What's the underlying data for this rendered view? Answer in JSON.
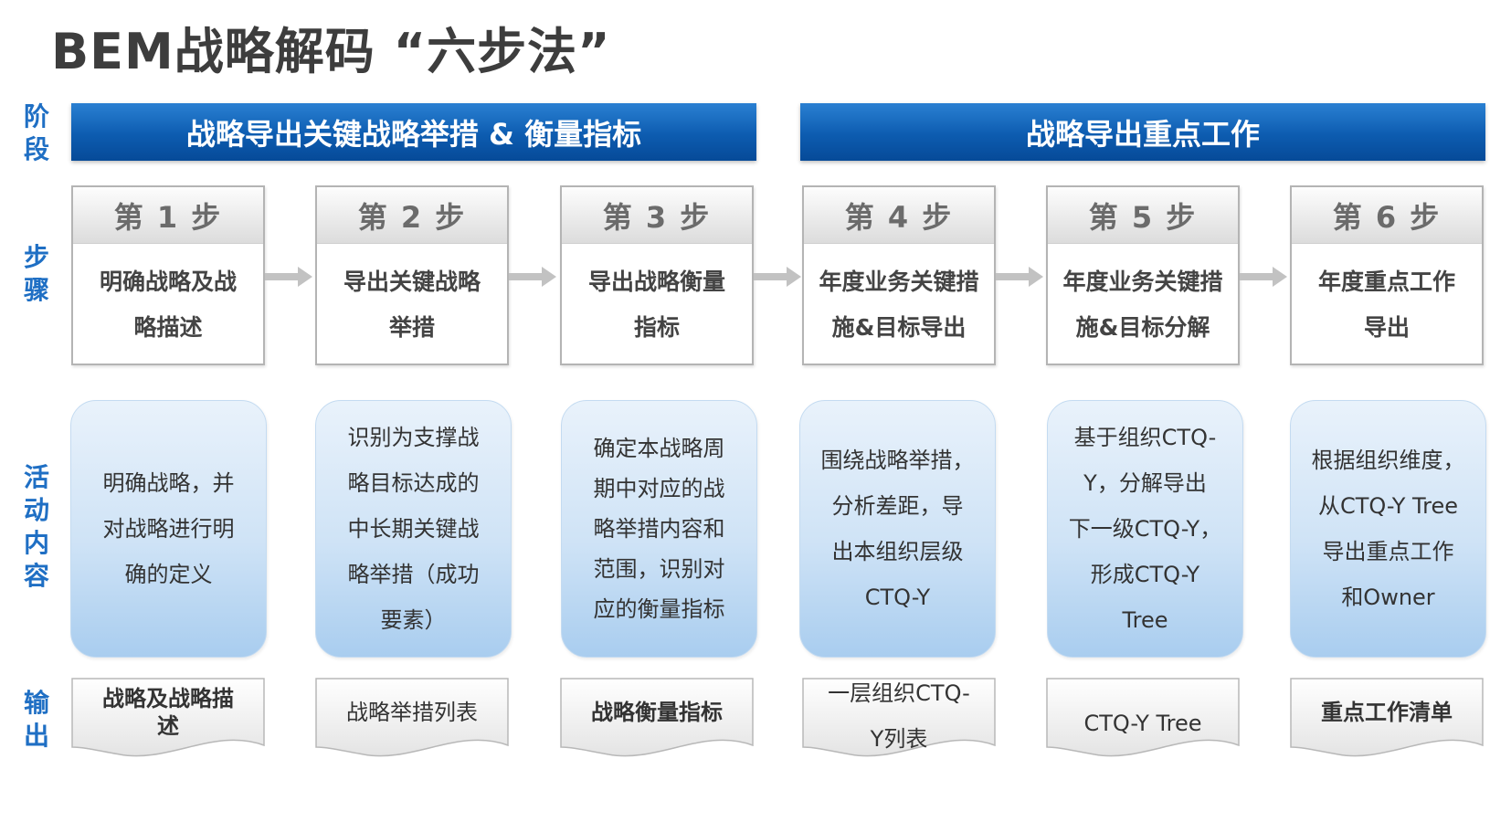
{
  "title": "BEM战略解码 “六步法”",
  "row_labels": {
    "stage": [
      "阶",
      "段"
    ],
    "steps": [
      "步",
      "骤"
    ],
    "activities": [
      "活",
      "动",
      "内",
      "容"
    ],
    "output": [
      "输",
      "出"
    ]
  },
  "stages": [
    {
      "label": "战略导出关键战略举措 & 衡量指标"
    },
    {
      "label": "战略导出重点工作"
    }
  ],
  "steps": [
    {
      "header": "第 1 步",
      "name_lines": [
        "明确战略及战",
        "略描述"
      ],
      "activity_lines": [
        "明确战略，并",
        "对战略进行明",
        "确的定义"
      ],
      "output_lines": [
        "战略及战略描",
        "述"
      ],
      "output_bold": true
    },
    {
      "header": "第 2 步",
      "name_lines": [
        "导出关键战略",
        "举措"
      ],
      "activity_lines": [
        "识别为支撑战",
        "略目标达成的",
        "中长期关键战",
        "略举措（成功",
        "要素）"
      ],
      "output_lines": [
        "战略举措列表"
      ],
      "output_bold": false
    },
    {
      "header": "第 3 步",
      "name_lines": [
        "导出战略衡量",
        "指标"
      ],
      "activity_lines": [
        "确定本战略周",
        "期中对应的战",
        "略举措内容和",
        "范围，识别对",
        "应的衡量指标"
      ],
      "output_lines": [
        "战略衡量指标"
      ],
      "output_bold": true
    },
    {
      "header": "第 4 步",
      "name_lines": [
        "年度业务关键措",
        "施&目标导出"
      ],
      "activity_lines": [
        "围绕战略举措，",
        "分析差距，导",
        "出本组织层级",
        "CTQ-Y"
      ],
      "output_lines": [
        "一层组织CTQ-",
        "Y列表"
      ],
      "output_bold": false
    },
    {
      "header": "第 5 步",
      "name_lines": [
        "年度业务关键措",
        "施&目标分解"
      ],
      "activity_lines": [
        "基于组织CTQ-",
        "Y，分解导出",
        "下一级CTQ-Y，",
        "形成CTQ-Y",
        "Tree"
      ],
      "output_lines": [
        "CTQ-Y Tree"
      ],
      "output_bold": false
    },
    {
      "header": "第 6 步",
      "name_lines": [
        "年度重点工作",
        "导出"
      ],
      "activity_lines": [
        "根据组织维度，",
        "从CTQ-Y Tree",
        "导出重点工作",
        "和Owner"
      ],
      "output_lines": [
        "重点工作清单"
      ],
      "output_bold": true
    }
  ],
  "colors": {
    "stage_blue": "#0d5cb0",
    "label_blue": "#1f6fc4",
    "arrow_gray": "#c2c2c2",
    "activity_light": "#e9f2fb",
    "activity_dark": "#a9cdef"
  }
}
